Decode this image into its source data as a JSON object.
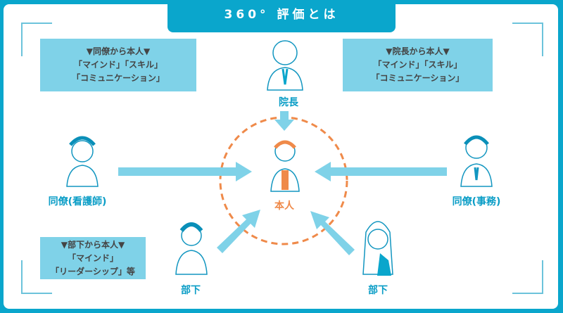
{
  "title": "360° 評価とは",
  "boxes": {
    "peer": {
      "heading": "▼同僚から本人▼",
      "line1": "「マインド」「スキル」",
      "line2": "「コミュニケーション」"
    },
    "director": {
      "heading": "▼院長から本人▼",
      "line1": "「マインド」「スキル」",
      "line2": "「コミュニケーション」"
    },
    "subordinate": {
      "heading": "▼部下から本人▼",
      "line1": "「マインド」",
      "line2": "「リーダーシップ」等"
    }
  },
  "people": {
    "director": "院長",
    "peer_nurse": "同僚(看護師)",
    "peer_office": "同僚(事務)",
    "self": "本人",
    "subordinate1": "部下",
    "subordinate2": "部下"
  },
  "colors": {
    "frame": "#0aa6cc",
    "box": "#7fd2e8",
    "arrow": "#7fd2e8",
    "circle": "#ef8a4a"
  }
}
